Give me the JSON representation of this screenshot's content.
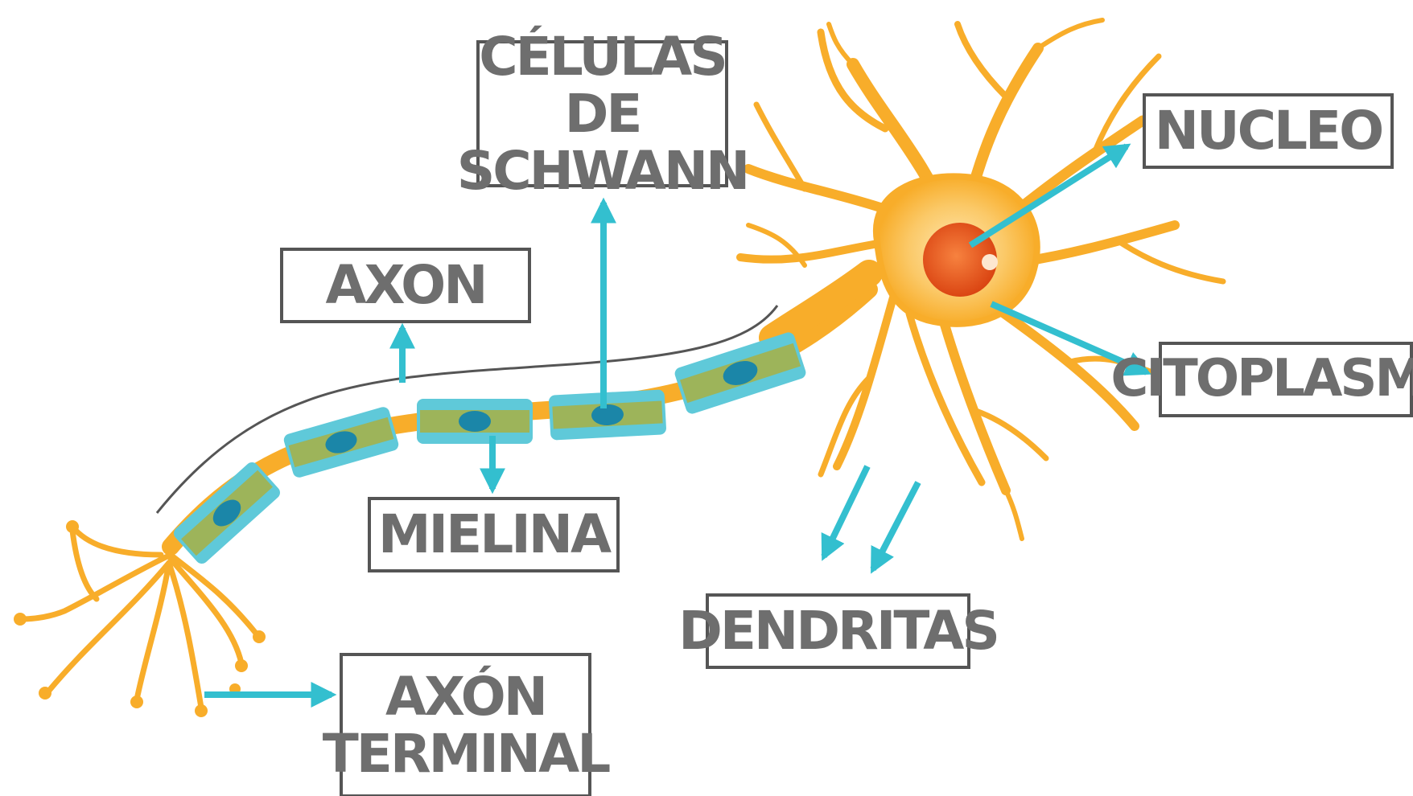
{
  "labels": {
    "celulas_schwann": "CÉLULAS DE\nSCHWANN",
    "nucleo": "NUCLEO",
    "axon": "AXON",
    "citoplasma": "CITOPLASMA",
    "mielina": "MIELINA",
    "dendritas": "DENDRITAS",
    "axon_terminal": "AXÓN\nTERMINAL"
  },
  "colors": {
    "neuron": "#f8ad2a",
    "neuron_light": "#fbc968",
    "nucleus": "#ef5a1c",
    "myelin_sheath": "#5fc9d9",
    "myelin_core": "#9db45a",
    "schwann_nucleus": "#1b86a8",
    "arrow": "#33bfcf",
    "box_border": "#555555",
    "label_text": "#6e6e6e"
  }
}
